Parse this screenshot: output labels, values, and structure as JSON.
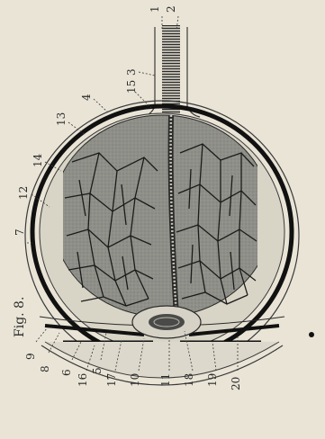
{
  "figure": {
    "caption": "Fig. 8.",
    "callouts": [
      {
        "id": "1",
        "label": "1"
      },
      {
        "id": "2",
        "label": "2"
      },
      {
        "id": "3",
        "label": "3"
      },
      {
        "id": "4",
        "label": "4"
      },
      {
        "id": "15",
        "label": "15"
      },
      {
        "id": "13",
        "label": "13"
      },
      {
        "id": "14",
        "label": "14"
      },
      {
        "id": "12",
        "label": "12"
      },
      {
        "id": "7",
        "label": "7"
      },
      {
        "id": "9",
        "label": "9"
      },
      {
        "id": "8",
        "label": "8"
      },
      {
        "id": "6",
        "label": "6"
      },
      {
        "id": "16",
        "label": "16"
      },
      {
        "id": "5",
        "label": "5"
      },
      {
        "id": "17",
        "label": "17"
      },
      {
        "id": "10",
        "label": "10"
      },
      {
        "id": "11",
        "label": "11"
      },
      {
        "id": "18",
        "label": "18"
      },
      {
        "id": "19",
        "label": "19"
      },
      {
        "id": "20",
        "label": "20"
      }
    ]
  },
  "colors": {
    "paper": "#e9e4d6",
    "ink": "#2a2a2a",
    "vitreous": "#8e8e88",
    "lens": "#d6d2c6"
  }
}
